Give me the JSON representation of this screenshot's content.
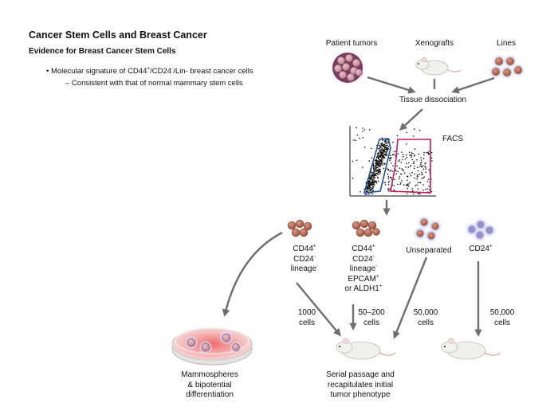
{
  "title": "Cancer Stem Cells and Breast Cancer",
  "subtitle": "Evidence for Breast Cancer Stem Cells",
  "bullet_main": "• Molecular signature of CD44+/CD24-/Lin- breast cancer cells",
  "bullet_sub": "– Consistent with that of normal mammary stem cells",
  "sources": {
    "patient_tumors": "Patient tumors",
    "xenografts": "Xenografts",
    "lines": "Lines"
  },
  "tissue_dissociation": "Tissue dissociation",
  "facs": "FACS",
  "populations": {
    "p1": [
      "CD44+",
      "CD24-",
      "lineage-"
    ],
    "p2": [
      "CD44+",
      "CD24-",
      "lineage-",
      "EPCAM+",
      "or ALDH1+"
    ],
    "p3": [
      "Unseparated"
    ],
    "p4": [
      "CD24+"
    ]
  },
  "cell_counts": {
    "p1": [
      "1000",
      "cells"
    ],
    "p2": [
      "50–200",
      "cells"
    ],
    "p3": [
      "50,000",
      "cells"
    ],
    "p4": [
      "50,000",
      "cells"
    ]
  },
  "outcomes": {
    "mammospheres": [
      "Mammospheres",
      "& bipotential",
      "differentiation"
    ],
    "serial_passage": [
      "Serial passage and",
      "recapitulates initial",
      "tumor phenotype"
    ]
  },
  "colors": {
    "arrow": "#6e6e6e",
    "cell_tumor": "#b86a55",
    "cell_glow": "#cfd4ee",
    "cell_nucleus": "#9a8fc8",
    "gate_blue": "#1f4e9c",
    "gate_magenta": "#c2185b",
    "dish_pink": "#f0a3a3"
  }
}
